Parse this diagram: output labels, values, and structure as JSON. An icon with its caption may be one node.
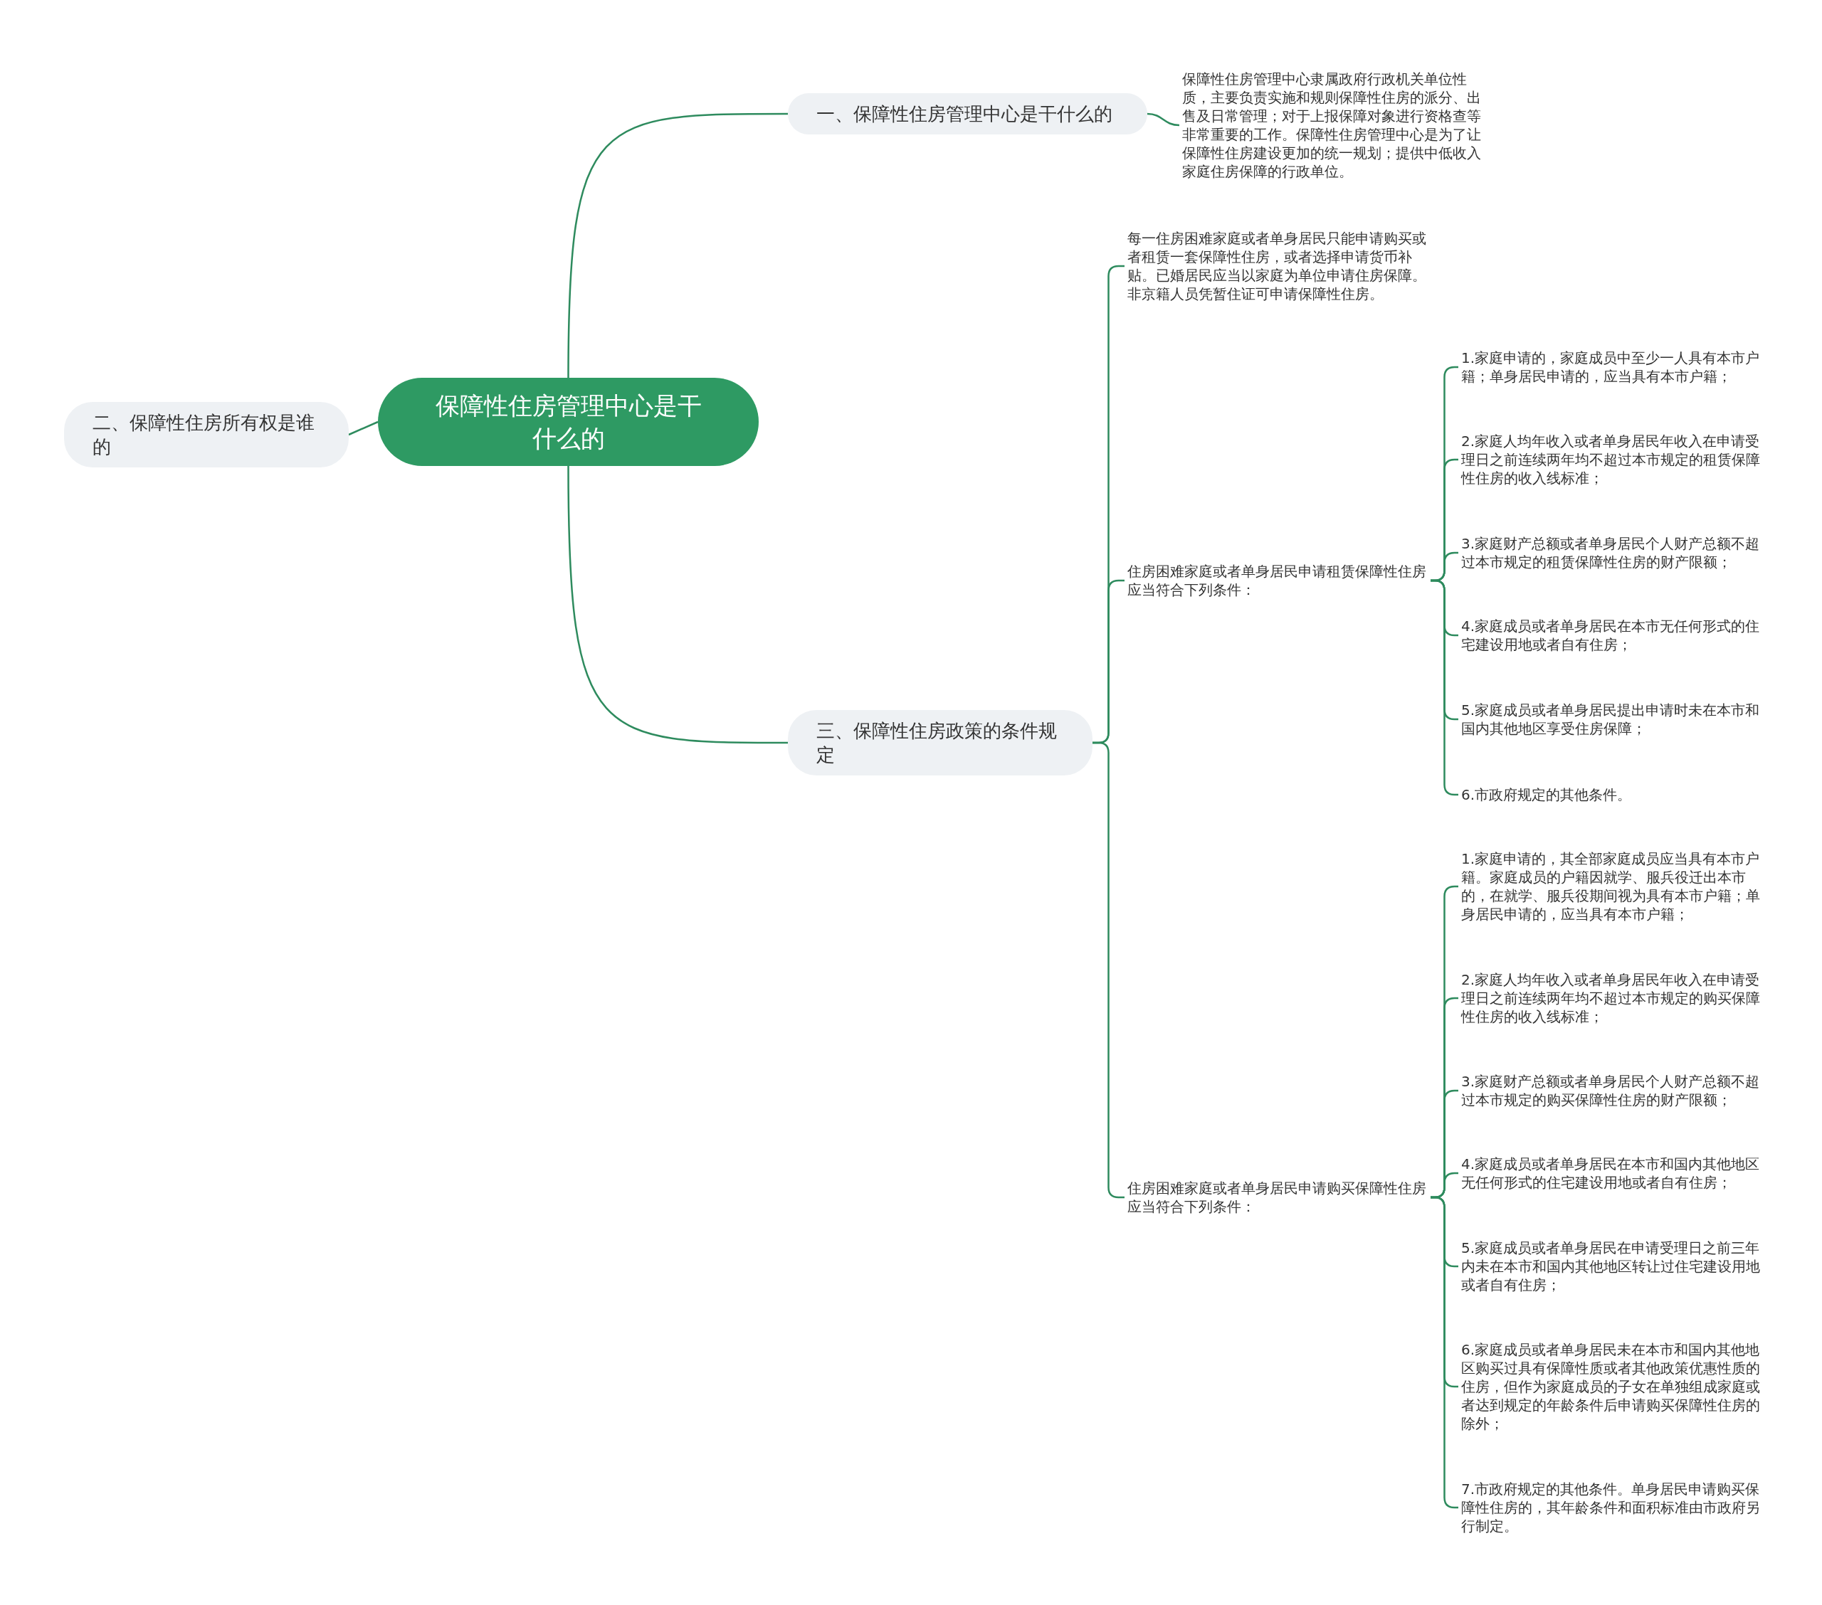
{
  "diagram": {
    "nodes": [
      {
        "text": [
          "保障性住房管理中心是干什么的"
        ]
      },
      {
        "text": [
          "一、保障性住房管理中心是干什么的"
        ]
      },
      {
        "text": [
          "保障性住房管理中心隶属政府行政机关单位性质，主要负责实施和规则保障性住房的派分、出售及日常管理；对于上报保障对象进行资格查等非常重要的工作。保障性住房管理中心是为了让保障性住房建设更加的统一规划；提供中低收入家庭住房保障的行政单位。"
        ]
      },
      {
        "text": [
          "二、保障性住房所有权是谁的"
        ]
      },
      {
        "text": [
          "三、保障性住房政策的条件规定"
        ]
      },
      {
        "text": [
          "每一住房困难家庭或者单身居民只能申请购买或者租赁一套保障性住房，或者选择申请货币补贴。已婚居民应当以家庭为单位申请住房保障。非京籍人员凭暂住证可申请保障性住房。"
        ]
      },
      {
        "text": [
          "住房困难家庭或者单身居民申请租赁保障性住房应当符合下列条件："
        ]
      },
      {
        "text": [
          "1.家庭申请的，家庭成员中至少一人具有本市户籍；单身居民申请的，应当具有本市户籍；"
        ]
      },
      {
        "text": [
          "2.家庭人均年收入或者单身居民年收入在申请受理日之前连续两年均不超过本市规定的租赁保障性住房的收入线标准；"
        ]
      },
      {
        "text": [
          "3.家庭财产总额或者单身居民个人财产总额不超过本市规定的租赁保障性住房的财产限额；"
        ]
      },
      {
        "text": [
          "4.家庭成员或者单身居民在本市无任何形式的住宅建设用地或者自有住房；"
        ]
      },
      {
        "text": [
          "5.家庭成员或者单身居民提出申请时未在本市和国内其他地区享受住房保障；"
        ]
      },
      {
        "text": [
          "6.市政府规定的其他条件。"
        ]
      },
      {
        "text": [
          "住房困难家庭或者单身居民申请购买保障性住房应当符合下列条件："
        ]
      },
      {
        "text": [
          "1.家庭申请的，其全部家庭成员应当具有本市户籍。家庭成员的户籍因就学、服兵役迁出本市的，在就学、服兵役期间视为具有本市户籍；单身居民申请的，应当具有本市户籍；"
        ]
      },
      {
        "text": [
          "2.家庭人均年收入或者单身居民年收入在申请受理日之前连续两年均不超过本市规定的购买保障性住房的收入线标准；"
        ]
      },
      {
        "text": [
          "3.家庭财产总额或者单身居民个人财产总额不超过本市规定的购买保障性住房的财产限额；"
        ]
      },
      {
        "text": [
          "4.家庭成员或者单身居民在本市和国内其他地区无任何形式的住宅建设用地或者自有住房；"
        ]
      },
      {
        "text": [
          "5.家庭成员或者单身居民在申请受理日之前三年内未在本市和国内其他地区转让过住宅建设用地或者自有住房；"
        ]
      },
      {
        "text": [
          "6.家庭成员或者单身居民未在本市和国内其他地区购买过具有保障性质或者其他政策优惠性质的住房，但作为家庭成员的子女在单独组成家庭或者达到规定的年龄条件后申请购买保障性住房的除外；"
        ]
      },
      {
        "text": [
          "7.市政府规定的其他条件。单身居民申请购买保障性住房的，其年龄条件和面积标准由市政府另行制定。"
        ]
      }
    ],
    "edges": [
      {
        "from": 0,
        "to": 1,
        "arrow": "none"
      },
      {
        "from": 1,
        "to": 2,
        "arrow": "none"
      },
      {
        "from": 0,
        "to": 3,
        "arrow": "none"
      },
      {
        "from": 0,
        "to": 4,
        "arrow": "none"
      },
      {
        "from": 4,
        "to": 5,
        "arrow": "none"
      },
      {
        "from": 4,
        "to": 6,
        "arrow": "none"
      },
      {
        "from": 6,
        "to": 7,
        "arrow": "none"
      },
      {
        "from": 6,
        "to": 8,
        "arrow": "none"
      },
      {
        "from": 6,
        "to": 9,
        "arrow": "none"
      },
      {
        "from": 6,
        "to": 10,
        "arrow": "none"
      },
      {
        "from": 6,
        "to": 11,
        "arrow": "none"
      },
      {
        "from": 6,
        "to": 12,
        "arrow": "none"
      },
      {
        "from": 4,
        "to": 13,
        "arrow": "none"
      },
      {
        "from": 13,
        "to": 14,
        "arrow": "none"
      },
      {
        "from": 13,
        "to": 15,
        "arrow": "none"
      },
      {
        "from": 13,
        "to": 16,
        "arrow": "none"
      },
      {
        "from": 13,
        "to": 17,
        "arrow": "none"
      },
      {
        "from": 13,
        "to": 18,
        "arrow": "none"
      },
      {
        "from": 13,
        "to": 19,
        "arrow": "none"
      },
      {
        "from": 13,
        "to": 20,
        "arrow": "none"
      }
    ]
  }
}
